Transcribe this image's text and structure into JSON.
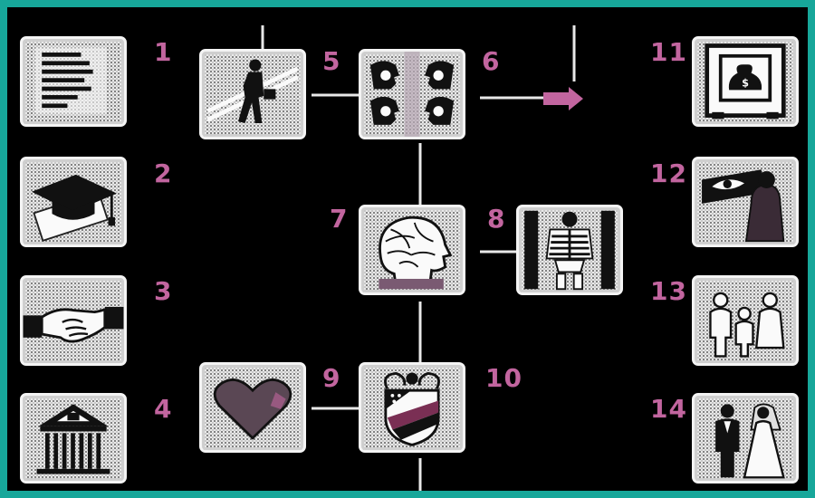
{
  "panels": [
    {
      "number": "1",
      "icon": "document-icon"
    },
    {
      "number": "2",
      "icon": "graduation-cap-icon"
    },
    {
      "number": "3",
      "icon": "handshake-icon"
    },
    {
      "number": "4",
      "icon": "bank-building-icon"
    },
    {
      "number": "5",
      "icon": "walking-man-icon"
    },
    {
      "number": "6",
      "icon": "faces-profile-icon"
    },
    {
      "number": "7",
      "icon": "phrenology-head-icon"
    },
    {
      "number": "8",
      "icon": "xray-skeleton-icon"
    },
    {
      "number": "9",
      "icon": "heart-icon"
    },
    {
      "number": "10",
      "icon": "coat-of-arms-icon"
    },
    {
      "number": "11",
      "icon": "safe-money-bag-icon"
    },
    {
      "number": "12",
      "icon": "eye-spy-icon"
    },
    {
      "number": "13",
      "icon": "family-icon"
    },
    {
      "number": "14",
      "icon": "wedding-couple-icon"
    }
  ],
  "colors": {
    "border": "#17a79a",
    "background": "#000000",
    "number": "#c2659f",
    "connector": "#e8e8e8",
    "arrow": "#c2659f"
  }
}
